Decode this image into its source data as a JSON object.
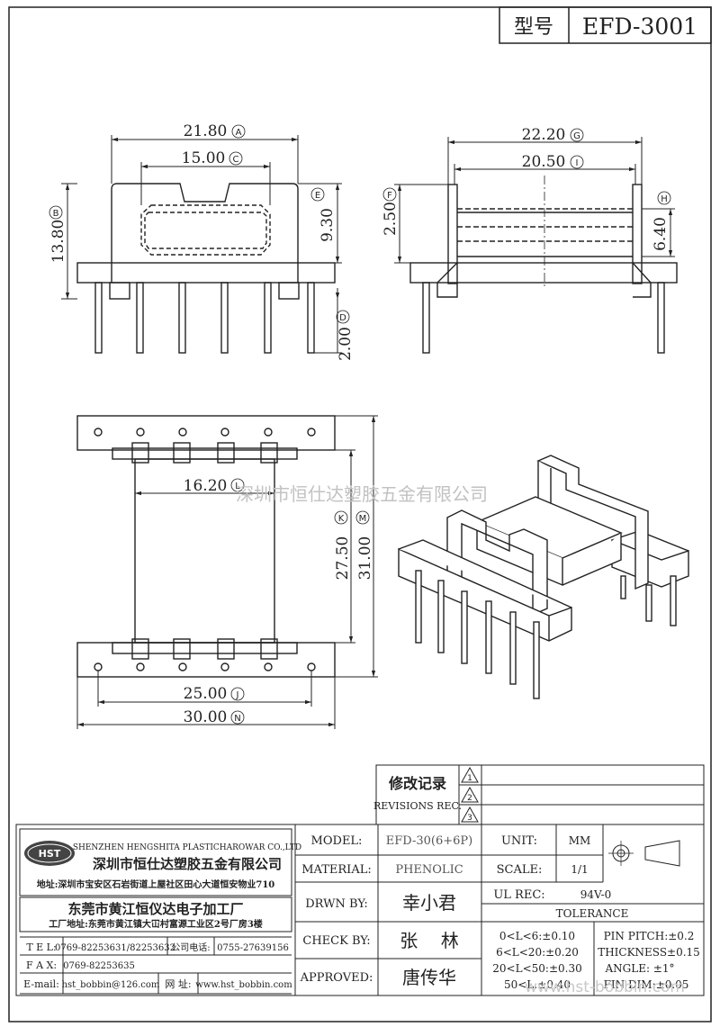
{
  "title_block": {
    "type_label": "型号",
    "part_number": "EFD-3001"
  },
  "dimensions": {
    "A": {
      "value": "21.80",
      "letter": "A"
    },
    "C": {
      "value": "15.00",
      "letter": "C"
    },
    "B": {
      "value": "13.80",
      "letter": "B"
    },
    "E": {
      "value": "9.30",
      "letter": "E"
    },
    "D": {
      "value": "2.00",
      "letter": "D"
    },
    "G": {
      "value": "22.20",
      "letter": "G"
    },
    "I": {
      "value": "20.50",
      "letter": "I"
    },
    "F": {
      "value": "2.50",
      "letter": "F"
    },
    "H": {
      "value": "",
      "letter": "H"
    },
    "H2": {
      "value": "6.40"
    },
    "L": {
      "value": "16.20",
      "letter": "L"
    },
    "K": {
      "value": "27.50",
      "letter": "K"
    },
    "M": {
      "value": "31.00",
      "letter": "M"
    },
    "J": {
      "value": "25.00",
      "letter": "J"
    },
    "N": {
      "value": "30.00",
      "letter": "N"
    }
  },
  "watermark_center": "深圳市恒仕达塑胶五金有限公司",
  "watermark_bottom": "www.hst-bobbin.com",
  "revisions": {
    "label_cn": "修改记录",
    "label_en": "REVISIONS REC.",
    "items": [
      "1",
      "2",
      "3"
    ]
  },
  "company": {
    "logo": "HST",
    "name_en": "SHENZHEN HENGSHITA PLASTICHAROWAR CO.,LTD",
    "name_cn": "深圳市恒仕达塑胶五金有限公司",
    "address": "地址:深圳市宝安区石岩街道上屋社区田心大道恒安物业710",
    "factory": "东莞市黄江恒仪达电子加工厂",
    "factory_address": "工厂地址:东莞市黄江镇大冚村富源工业区2号厂房3楼",
    "tel_label": "T E L:",
    "tel": "0769-82253631/82253632",
    "company_tel_label": "公司电话:",
    "company_tel": "0755-27639156",
    "fax_label": "F A X:",
    "fax": "0769-82253635",
    "email_label": "E-mail:",
    "email": "hst_bobbin@126.com",
    "web_label": "网 址:",
    "web": "www.hst_bobbin.com"
  },
  "spec": {
    "model_label": "MODEL:",
    "model": "EFD-30(6+6P)",
    "material_label": "MATERIAL:",
    "material": "PHENOLIC",
    "drawn_label": "DRWN BY:",
    "drawn": "幸小君",
    "check_label": "CHECK BY:",
    "check": "张    林",
    "approved_label": "APPROVED:",
    "approved": "唐传华",
    "unit_label": "UNIT:",
    "unit": "MM",
    "scale_label": "SCALE:",
    "scale": "1/1",
    "ul_label": "UL REC:",
    "ul": "94V-0",
    "tolerance_label": "TOLERANCE",
    "tol1": "0<L<6:±0.10",
    "tol2": "6<L<20:±0.20",
    "tol3": "20<L<50:±0.30",
    "tol4": "50<L:±0.40",
    "pin_pitch": "PIN PITCH:±0.2",
    "thickness": "THICKNESS±0.15",
    "angle": "ANGLE: ±1°",
    "fin_dim": "FIN DIM:±0.05"
  }
}
